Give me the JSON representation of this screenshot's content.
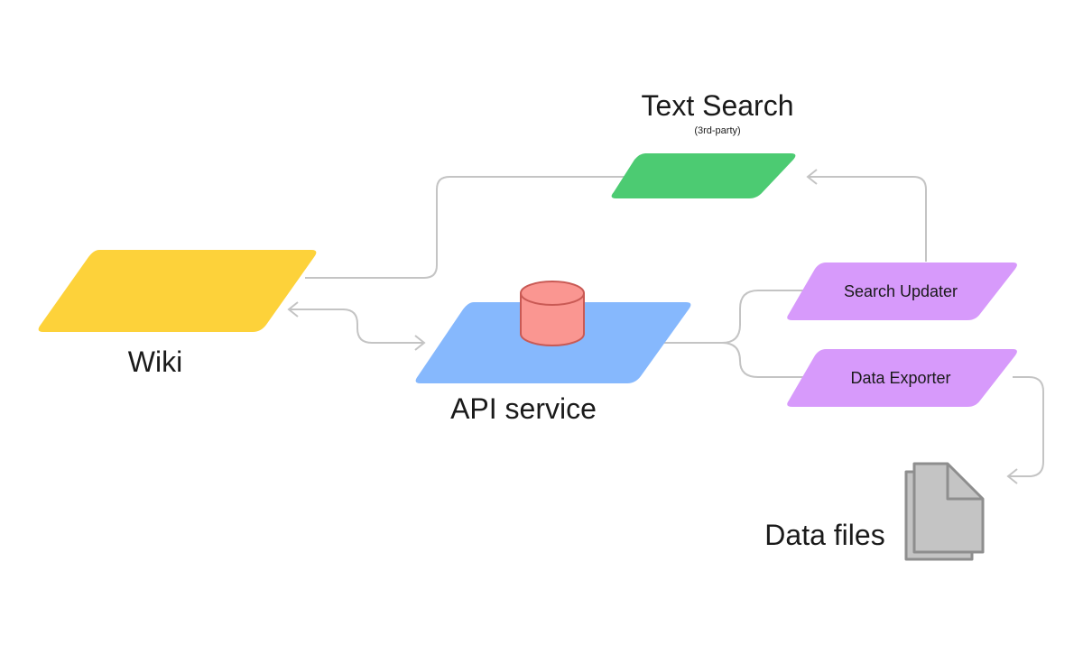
{
  "nodes": {
    "wiki": {
      "label": "Wiki",
      "color": "#FDD23A"
    },
    "api_service": {
      "label": "API service",
      "color": "#86B8FD"
    },
    "database": {
      "label": "",
      "color": "#FA9691",
      "stroke": "#C95A55"
    },
    "text_search": {
      "label": "Text Search",
      "sublabel": "(3rd-party)",
      "color": "#4CCB72"
    },
    "search_updater": {
      "label": "Search Updater",
      "color": "#D79AFB"
    },
    "data_exporter": {
      "label": "Data Exporter",
      "color": "#D79AFB"
    },
    "data_files": {
      "label": "Data files",
      "color": "#C4C4C4",
      "stroke": "#8E8E8E"
    }
  },
  "edge_color": "#C4C4C4",
  "edges": [
    {
      "from": "wiki",
      "to": "text_search",
      "arrow": "none"
    },
    {
      "from": "wiki",
      "to": "api_service",
      "arrow": "both"
    },
    {
      "from": "api_service",
      "to": "search_updater",
      "arrow": "none"
    },
    {
      "from": "api_service",
      "to": "data_exporter",
      "arrow": "none"
    },
    {
      "from": "search_updater",
      "to": "text_search",
      "arrow": "end"
    },
    {
      "from": "data_exporter",
      "to": "data_files",
      "arrow": "end"
    }
  ]
}
